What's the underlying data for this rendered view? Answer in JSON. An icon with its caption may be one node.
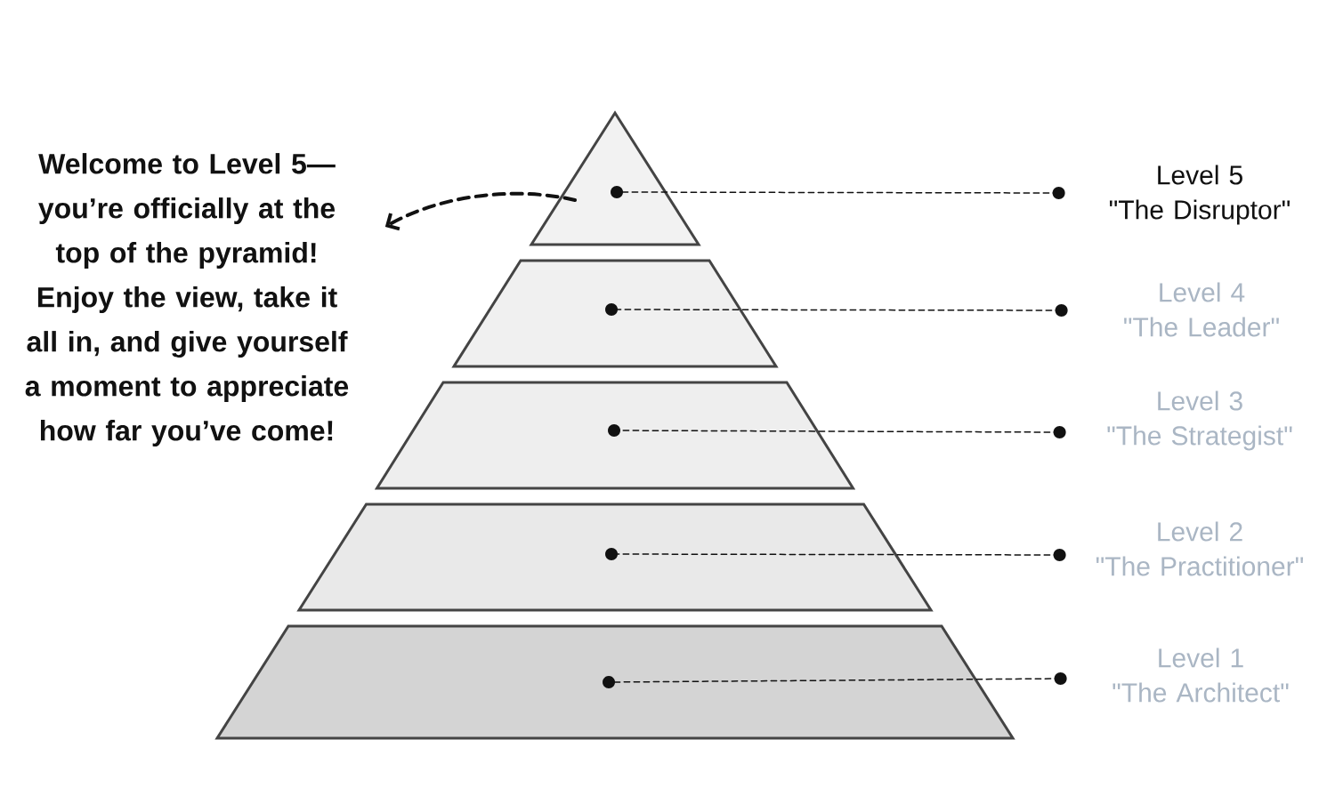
{
  "diagram": {
    "nodes": [
      {
        "text": [
          "Welcome to Level 5— you’re officially at the top of the pyramid! Enjoy the view, take it all in, and give yourself a moment to appreciate how far you’ve come!"
        ]
      },
      {
        "text": [],
        "shape": "triangle"
      },
      {
        "text": [],
        "shape": "trapezoid"
      },
      {
        "text": [],
        "shape": "trapezoid"
      },
      {
        "text": [],
        "shape": "trapezoid"
      },
      {
        "text": [],
        "shape": "trapezoid"
      },
      {
        "text": [
          "Level 5",
          "\"The Disruptor\""
        ]
      },
      {
        "text": [
          "Level 4",
          "\"The Leader\""
        ]
      },
      {
        "text": [
          "Level 3",
          "\"The Strategist\""
        ]
      },
      {
        "text": [
          "Level 2",
          "\"The Practitioner\""
        ]
      },
      {
        "text": [
          "Level 1",
          "\"The Architect\""
        ]
      }
    ],
    "edges": [
      {
        "from": 1,
        "to": 0,
        "arrow": "to",
        "style": "dashed"
      },
      {
        "from": 6,
        "to": 1,
        "arrow": "other",
        "style": "dashed"
      },
      {
        "from": 7,
        "to": 2,
        "arrow": "other",
        "style": "dashed"
      },
      {
        "from": 8,
        "to": 3,
        "arrow": "other",
        "style": "dashed"
      },
      {
        "from": 9,
        "to": 4,
        "arrow": "other",
        "style": "dashed"
      },
      {
        "from": 10,
        "to": 5,
        "arrow": "other",
        "style": "dashed"
      }
    ]
  }
}
